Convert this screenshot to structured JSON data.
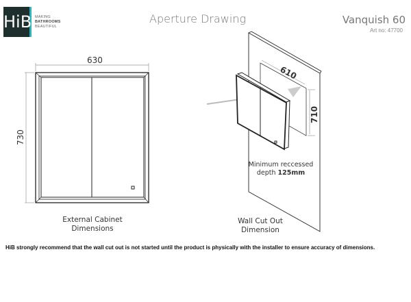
{
  "header": {
    "logo": "HiB",
    "tagline": [
      "MAKING",
      "BATHROOMS",
      "BEAUTIFUL"
    ],
    "title": "Aperture Drawing",
    "product": "Vanquish 60",
    "art_no": "Art no: 47700"
  },
  "external": {
    "width": "630",
    "height": "730",
    "caption_line1": "External Cabinet",
    "caption_line2": "Dimensions"
  },
  "cutout": {
    "width": "610",
    "height": "710",
    "depth_label": "Minimum reccessed",
    "depth_prefix": "depth ",
    "depth_value": "125mm",
    "caption_line1": "Wall Cut Out",
    "caption_line2": "Dimension"
  },
  "notice": "HiB strongly recommend that the wall cut out is not started until the product is physically with the installer to ensure accuracy of dimensions."
}
